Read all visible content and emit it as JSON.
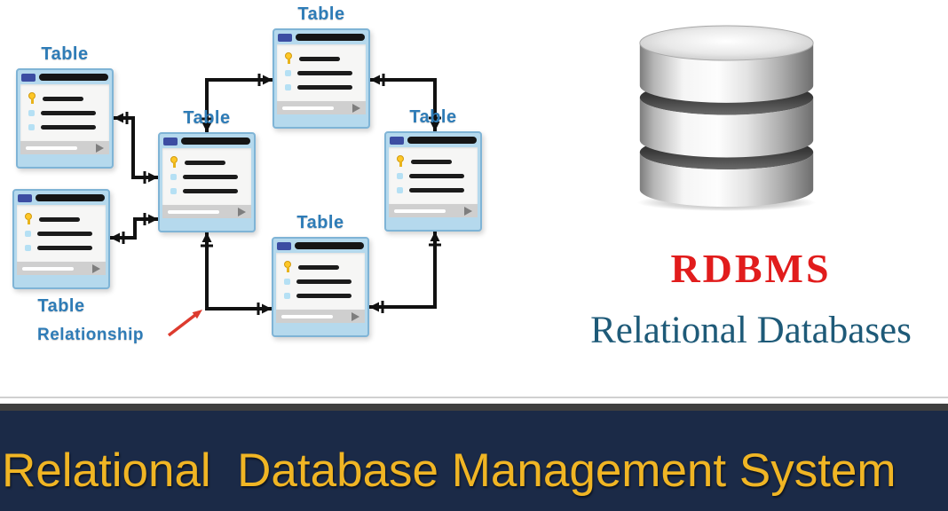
{
  "diagram": {
    "table_label": "Table",
    "relationship_label": "Relationship",
    "table_label_color": "#2e7cb7",
    "connector_color": "#111111",
    "arrow_color": "#dd3b2e"
  },
  "rdbms_panel": {
    "icon": "database-cylinder-icon",
    "acronym": "RDBMS",
    "acronym_color": "#e11c1c",
    "subtitle": "Relational Databases",
    "subtitle_color": "#1e5a78"
  },
  "banner": {
    "title": "Relational  Database Management System",
    "title_color": "#f0b524",
    "background_color": "#1b2a47"
  }
}
